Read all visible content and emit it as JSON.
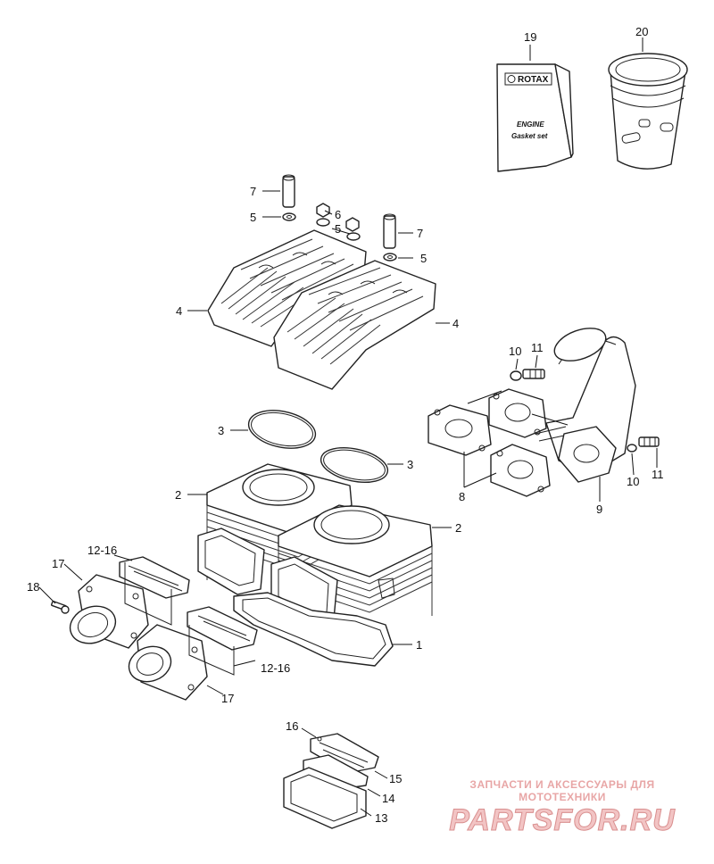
{
  "callouts": {
    "c1": "1",
    "c2a": "2",
    "c2b": "2",
    "c3a": "3",
    "c3b": "3",
    "c4a": "4",
    "c4b": "4",
    "c5a": "5",
    "c5b": "5",
    "c5c": "5",
    "c6": "6",
    "c7a": "7",
    "c7b": "7",
    "c8": "8",
    "c9": "9",
    "c10a": "10",
    "c10b": "10",
    "c11a": "11",
    "c11b": "11",
    "c12a": "12-16",
    "c12b": "12-16",
    "c13": "13",
    "c14": "14",
    "c15": "15",
    "c16": "16",
    "c17a": "17",
    "c17b": "17",
    "c18": "18",
    "c19": "19",
    "c20": "20"
  },
  "gasket_set": {
    "brand": "ROTAX",
    "line1": "ENGINE",
    "line2": "Gasket set"
  },
  "watermark": {
    "caption": "ЗАПЧАСТИ И АКСЕССУАРЫ ДЛЯ МОТОТЕХНИКИ",
    "logo": "PARTSFOR.RU"
  },
  "colors": {
    "line": "#222222",
    "watermark": "#e8a6a6"
  }
}
